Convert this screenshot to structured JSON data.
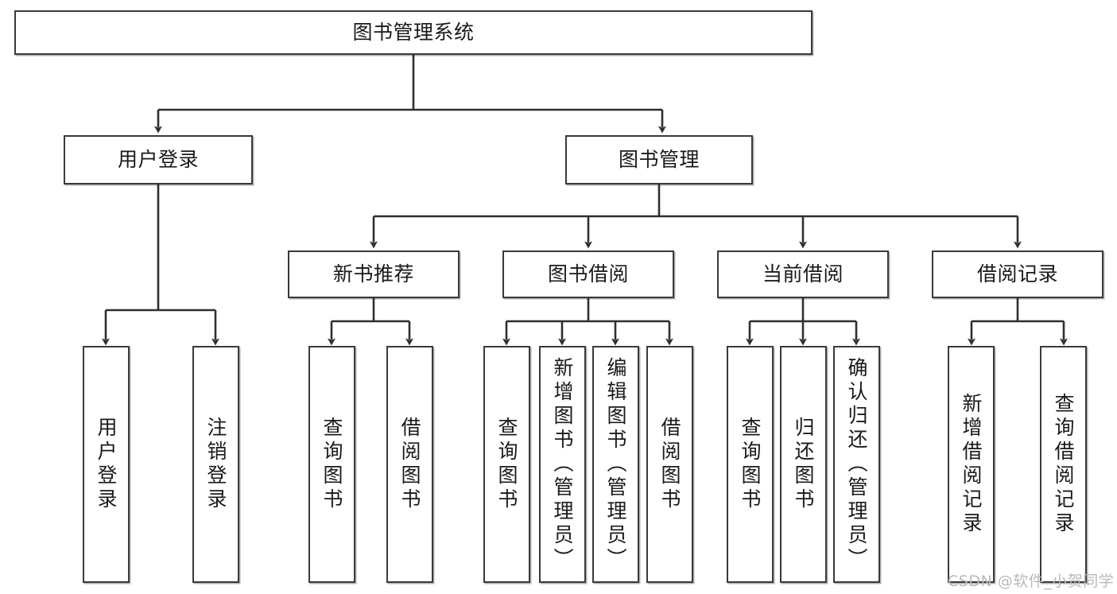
{
  "diagram": {
    "title": "图书管理系统",
    "type": "tree-hierarchy-chart",
    "colors": {
      "box_border": "#3a3a3a",
      "box_fill": "#ffffff",
      "edge": "#2f2f2f",
      "watermark": "#b9b9b9",
      "background": "#ffffff"
    },
    "watermark": "CSDN @软件_小贺同学"
  },
  "nodes": {
    "root": {
      "label": "图书管理系统"
    },
    "level2": [
      {
        "label": "用户登录"
      },
      {
        "label": "图书管理"
      }
    ],
    "level3": [
      {
        "label": "新书推荐"
      },
      {
        "label": "图书借阅"
      },
      {
        "label": "当前借阅"
      },
      {
        "label": "借阅记录"
      }
    ],
    "leaves": {
      "user_login": [
        {
          "label": "用户登录"
        },
        {
          "label": "注销登录"
        }
      ],
      "new_book_recommend": [
        {
          "label": "查询图书"
        },
        {
          "label": "借阅图书"
        }
      ],
      "book_borrow": [
        {
          "label": "查询图书"
        },
        {
          "label": "新增图书（管理员）"
        },
        {
          "label": "编辑图书（管理员）"
        },
        {
          "label": "借阅图书"
        }
      ],
      "current_borrow": [
        {
          "label": "查询图书"
        },
        {
          "label": "归还图书"
        },
        {
          "label": "确认归还（管理员）"
        }
      ],
      "borrow_record": [
        {
          "label": "新增借阅记录"
        },
        {
          "label": "查询借阅记录"
        }
      ]
    }
  }
}
